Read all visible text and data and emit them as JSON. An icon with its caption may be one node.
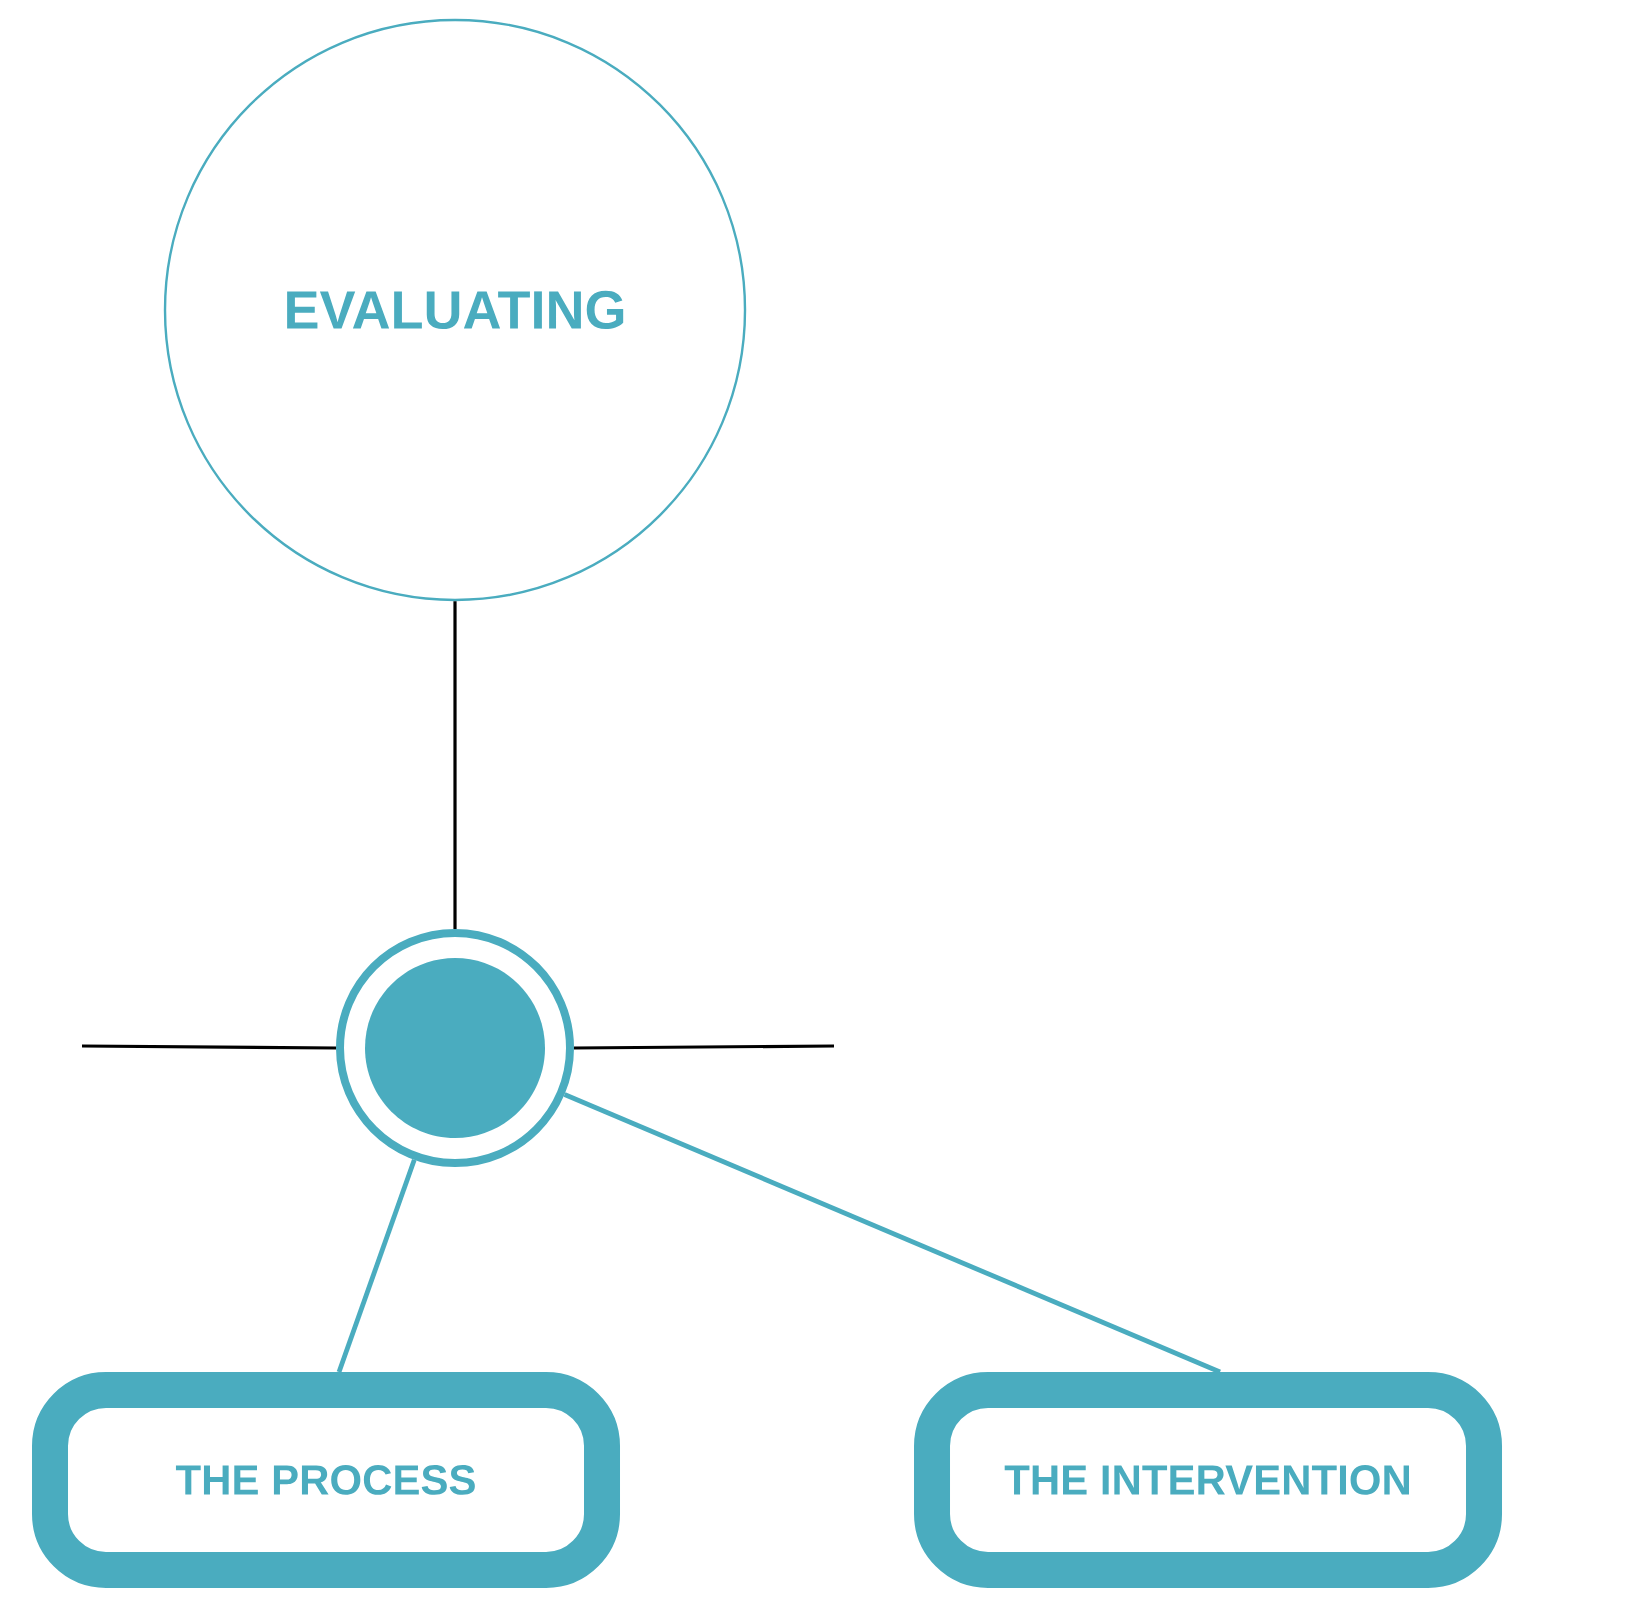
{
  "diagram": {
    "nodes": [
      {
        "text": [
          "EVALUATING"
        ]
      },
      {
        "text": [],
        "shape": "circle"
      },
      {
        "text": [
          "THE PROCESS"
        ]
      },
      {
        "text": [
          "THE INTERVENTION"
        ]
      }
    ],
    "edges": [
      {
        "from": 0,
        "to": 1,
        "arrow": "none"
      },
      {
        "from": null,
        "to": 1,
        "arrow": "none"
      },
      {
        "from": 1,
        "to": null,
        "arrow": "none"
      },
      {
        "from": 1,
        "to": 2,
        "arrow": "none",
        "color": "#4aacbf"
      },
      {
        "from": 1,
        "to": 3,
        "arrow": "none",
        "color": "#4aacbf"
      }
    ]
  }
}
